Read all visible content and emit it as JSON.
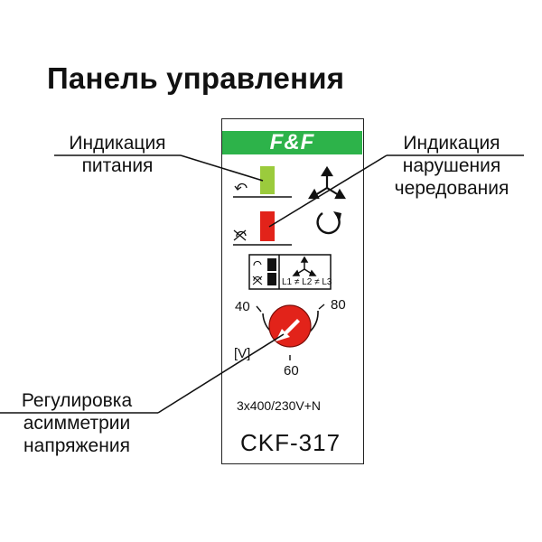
{
  "title": "Панель управления",
  "callouts": {
    "power": [
      "Индикация",
      "питания"
    ],
    "sequence": [
      "Индикация",
      "нарушения",
      "чередования"
    ],
    "asymmetry": [
      "Регулировка",
      "асимметрии",
      "напряжения"
    ]
  },
  "device": {
    "brand": "F&F",
    "phase_label": "L1 ≠ L2 ≠ L3",
    "unit": "[V]",
    "dial": {
      "min": "40",
      "mid": "60",
      "max": "80"
    },
    "voltage": "3x400/230V+N",
    "model": "CKF-317"
  },
  "colors": {
    "brand_green": "#2db34a",
    "power_led": "#9bcb3c",
    "fault_led": "#e2231a",
    "knob": "#e2231a"
  },
  "icons": [
    "rotation-icon",
    "fault-icon",
    "three-phase-icon",
    "rotate-arrow-icon",
    "knob-arrow-icon"
  ]
}
